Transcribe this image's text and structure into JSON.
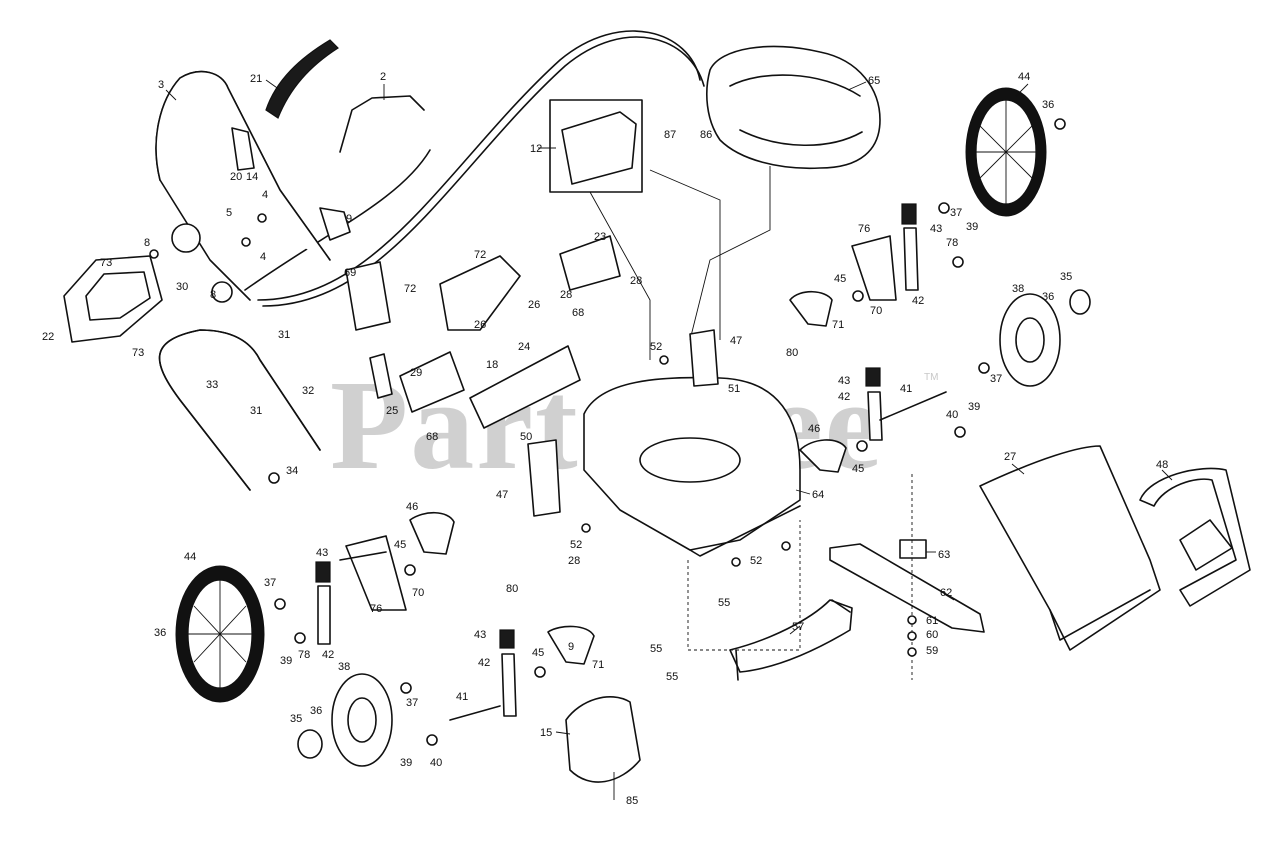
{
  "watermark": {
    "text": "PartsTree",
    "tm": "TM"
  },
  "callouts": [
    {
      "id": "c-21a",
      "label": "21"
    },
    {
      "id": "c-2",
      "label": "2"
    },
    {
      "id": "c-3",
      "label": "3"
    },
    {
      "id": "c-20",
      "label": "20"
    },
    {
      "id": "c-14",
      "label": "14"
    },
    {
      "id": "c-4a",
      "label": "4"
    },
    {
      "id": "c-5",
      "label": "5"
    },
    {
      "id": "c-9",
      "label": "9"
    },
    {
      "id": "c-4b",
      "label": "4"
    },
    {
      "id": "c-8a",
      "label": "8"
    },
    {
      "id": "c-73a",
      "label": "73"
    },
    {
      "id": "c-30",
      "label": "30"
    },
    {
      "id": "c-8b",
      "label": "8"
    },
    {
      "id": "c-22",
      "label": "22"
    },
    {
      "id": "c-73b",
      "label": "73"
    },
    {
      "id": "c-31a",
      "label": "31"
    },
    {
      "id": "c-33",
      "label": "33"
    },
    {
      "id": "c-32",
      "label": "32"
    },
    {
      "id": "c-31b",
      "label": "31"
    },
    {
      "id": "c-34",
      "label": "34"
    },
    {
      "id": "c-12",
      "label": "12"
    },
    {
      "id": "c-72a",
      "label": "72"
    },
    {
      "id": "c-72b",
      "label": "72"
    },
    {
      "id": "c-69",
      "label": "69"
    },
    {
      "id": "c-26a",
      "label": "26"
    },
    {
      "id": "c-23",
      "label": "23"
    },
    {
      "id": "c-28a",
      "label": "28"
    },
    {
      "id": "c-26b",
      "label": "26"
    },
    {
      "id": "c-28b",
      "label": "28"
    },
    {
      "id": "c-68a",
      "label": "68"
    },
    {
      "id": "c-24",
      "label": "24"
    },
    {
      "id": "c-18",
      "label": "18"
    },
    {
      "id": "c-29",
      "label": "29"
    },
    {
      "id": "c-25",
      "label": "25"
    },
    {
      "id": "c-68b",
      "label": "68"
    },
    {
      "id": "c-87",
      "label": "87"
    },
    {
      "id": "c-86",
      "label": "86"
    },
    {
      "id": "c-65",
      "label": "65"
    },
    {
      "id": "c-44a",
      "label": "44"
    },
    {
      "id": "c-36a",
      "label": "36"
    },
    {
      "id": "c-37a",
      "label": "37"
    },
    {
      "id": "c-43a",
      "label": "43"
    },
    {
      "id": "c-76a",
      "label": "76"
    },
    {
      "id": "c-78a",
      "label": "78"
    },
    {
      "id": "c-39a",
      "label": "39"
    },
    {
      "id": "c-45a",
      "label": "45"
    },
    {
      "id": "c-42a",
      "label": "42"
    },
    {
      "id": "c-70a",
      "label": "70"
    },
    {
      "id": "c-71a",
      "label": "71"
    },
    {
      "id": "c-38a",
      "label": "38"
    },
    {
      "id": "c-36b",
      "label": "36"
    },
    {
      "id": "c-35a",
      "label": "35"
    },
    {
      "id": "c-47a",
      "label": "47"
    },
    {
      "id": "c-80a",
      "label": "80"
    },
    {
      "id": "c-52a",
      "label": "52"
    },
    {
      "id": "c-51",
      "label": "51"
    },
    {
      "id": "c-37b",
      "label": "37"
    },
    {
      "id": "c-43b",
      "label": "43"
    },
    {
      "id": "c-42b",
      "label": "42"
    },
    {
      "id": "c-41a",
      "label": "41"
    },
    {
      "id": "c-40a",
      "label": "40"
    },
    {
      "id": "c-39b",
      "label": "39"
    },
    {
      "id": "c-46a",
      "label": "46"
    },
    {
      "id": "c-45b",
      "label": "45"
    },
    {
      "id": "c-50",
      "label": "50"
    },
    {
      "id": "c-64",
      "label": "64"
    },
    {
      "id": "c-27",
      "label": "27"
    },
    {
      "id": "c-48",
      "label": "48"
    },
    {
      "id": "c-47b",
      "label": "47"
    },
    {
      "id": "c-46b",
      "label": "46"
    },
    {
      "id": "c-45c",
      "label": "45"
    },
    {
      "id": "c-52b",
      "label": "52"
    },
    {
      "id": "c-28c",
      "label": "28"
    },
    {
      "id": "c-52c",
      "label": "52"
    },
    {
      "id": "c-63",
      "label": "63"
    },
    {
      "id": "c-80b",
      "label": "80"
    },
    {
      "id": "c-44b",
      "label": "44"
    },
    {
      "id": "c-43c",
      "label": "43"
    },
    {
      "id": "c-37c",
      "label": "37"
    },
    {
      "id": "c-70b",
      "label": "70"
    },
    {
      "id": "c-76b",
      "label": "76"
    },
    {
      "id": "c-42c",
      "label": "42"
    },
    {
      "id": "c-36c",
      "label": "36"
    },
    {
      "id": "c-39c",
      "label": "39"
    },
    {
      "id": "c-78b",
      "label": "78"
    },
    {
      "id": "c-55a",
      "label": "55"
    },
    {
      "id": "c-62",
      "label": "62"
    },
    {
      "id": "c-57",
      "label": "57"
    },
    {
      "id": "c-61",
      "label": "61"
    },
    {
      "id": "c-60",
      "label": "60"
    },
    {
      "id": "c-59",
      "label": "59"
    },
    {
      "id": "c-55b",
      "label": "55"
    },
    {
      "id": "c-55c",
      "label": "55"
    },
    {
      "id": "c-43d",
      "label": "43"
    },
    {
      "id": "c-42d",
      "label": "42"
    },
    {
      "id": "c-45d",
      "label": "45"
    },
    {
      "id": "c-71b",
      "label": "71"
    },
    {
      "id": "c-9b",
      "label": "9"
    },
    {
      "id": "c-38b",
      "label": "38"
    },
    {
      "id": "c-37d",
      "label": "37"
    },
    {
      "id": "c-41b",
      "label": "41"
    },
    {
      "id": "c-35b",
      "label": "35"
    },
    {
      "id": "c-36d",
      "label": "36"
    },
    {
      "id": "c-39d",
      "label": "39"
    },
    {
      "id": "c-40b",
      "label": "40"
    },
    {
      "id": "c-15",
      "label": "15"
    },
    {
      "id": "c-85",
      "label": "85"
    }
  ]
}
